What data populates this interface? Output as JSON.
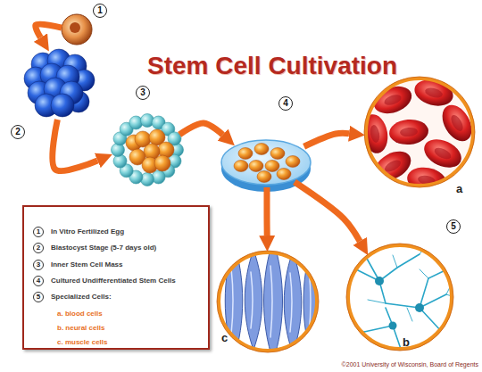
{
  "diagram": {
    "title": "Stem Cell Cultivation",
    "nodes": [
      {
        "text": [
          "1"
        ]
      },
      {
        "text": [
          "2"
        ]
      },
      {
        "text": [
          "3"
        ]
      },
      {
        "text": [
          "4"
        ]
      },
      {
        "text": [
          "a"
        ]
      },
      {
        "text": [
          "b"
        ]
      },
      {
        "text": [
          "c"
        ]
      },
      {
        "text": [
          "1",
          "In Vitro Fertilized Egg",
          "2",
          "Blastocyst Stage (5-7 days old)",
          "3",
          "Inner Stem Cell Mass",
          "4",
          "Cultured Undifferentiated Stem Cells",
          "5",
          "Specialized Cells:",
          "a. blood cells",
          "b. neural cells",
          "c. muscle cells"
        ]
      }
    ],
    "edges": [
      {
        "from": 0,
        "to": 1,
        "arrow": "to"
      },
      {
        "from": 1,
        "to": 2,
        "arrow": "to"
      },
      {
        "from": 2,
        "to": 3,
        "arrow": "to"
      },
      {
        "from": 3,
        "to": 4,
        "arrow": "to"
      },
      {
        "from": 3,
        "to": 5,
        "arrow": "to"
      },
      {
        "from": 3,
        "to": 6,
        "arrow": "to"
      }
    ],
    "labels": [
      "5",
      "©2001 University of Wisconsin, Board of Regents"
    ]
  }
}
